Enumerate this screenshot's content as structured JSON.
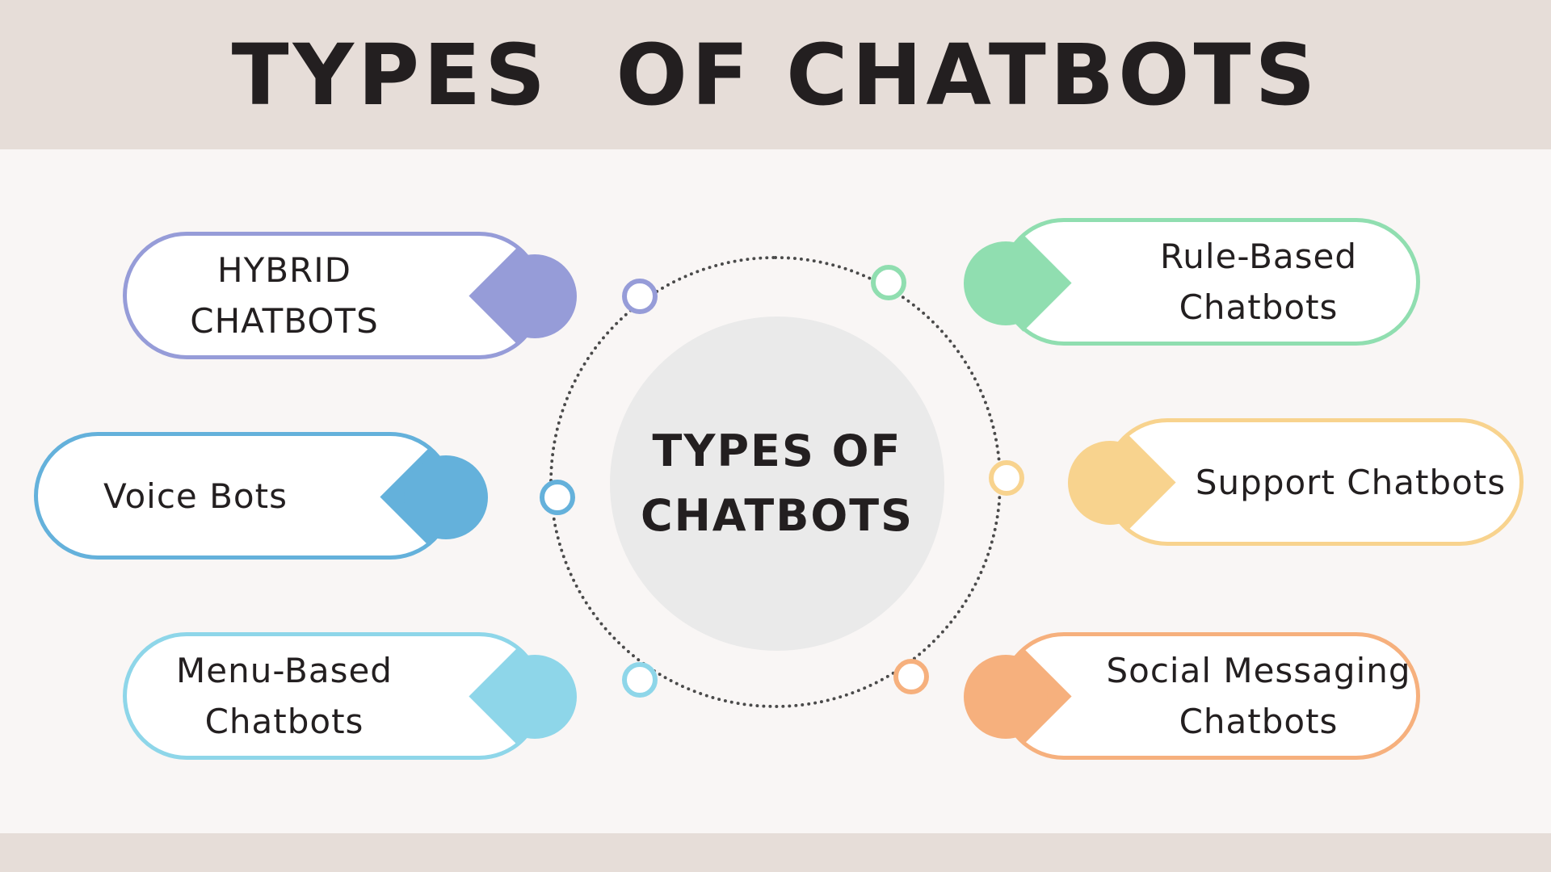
{
  "title": "TYPES  OF CHATBOTS",
  "center_label": "TYPES OF\nCHATBOTS",
  "items": [
    {
      "label": "HYBRID\nCHATBOTS",
      "color": "#969cd8"
    },
    {
      "label": "Voice Bots",
      "color": "#64b1db"
    },
    {
      "label": "Menu-Based\nChatbots",
      "color": "#8ed6e9"
    },
    {
      "label": "Rule-Based\nChatbots",
      "color": "#90deb0"
    },
    {
      "label": "Support Chatbots",
      "color": "#f8d38e"
    },
    {
      "label": "Social Messaging\nChatbots",
      "color": "#f6b07d"
    }
  ]
}
